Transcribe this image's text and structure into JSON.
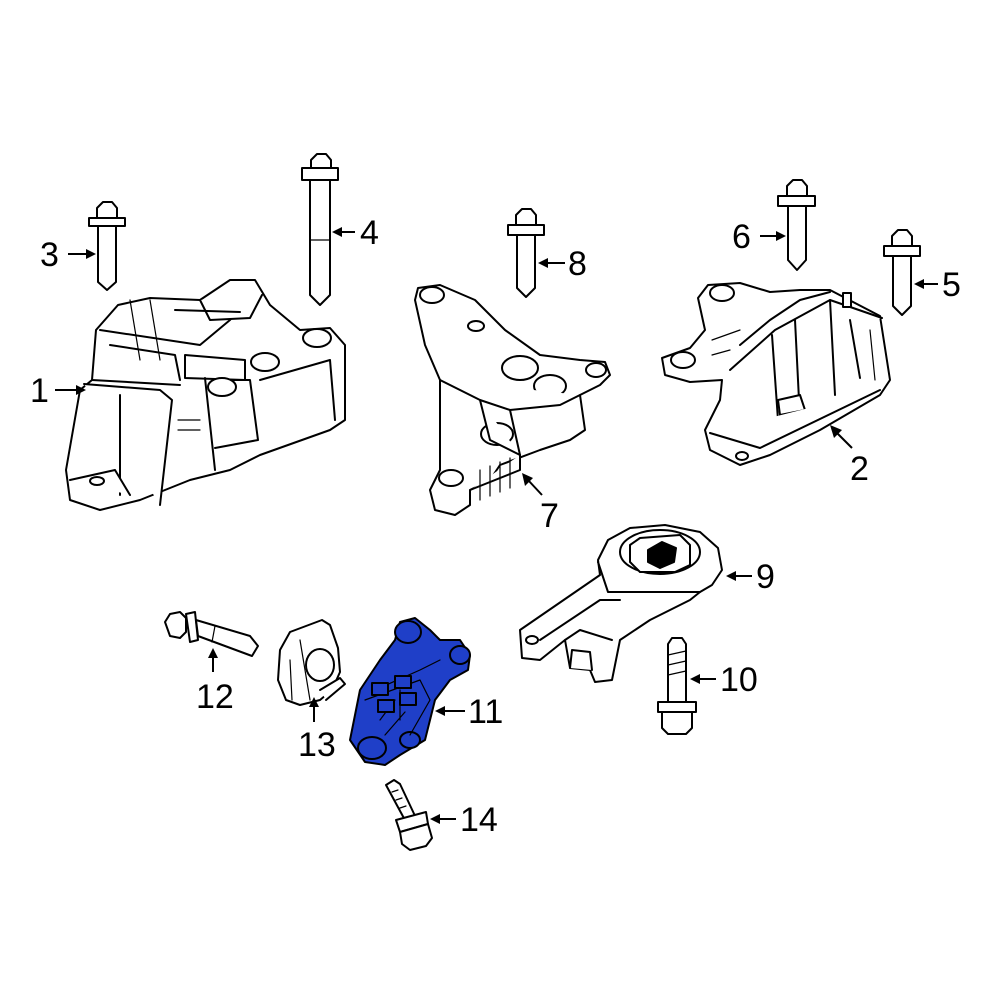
{
  "diagram": {
    "highlight_color": "#1f3fc8",
    "parts": [
      {
        "id": "1",
        "label": "1",
        "icon": "engine-mount-icon"
      },
      {
        "id": "2",
        "label": "2",
        "icon": "transmission-mount-icon"
      },
      {
        "id": "3",
        "label": "3",
        "icon": "bolt-icon"
      },
      {
        "id": "4",
        "label": "4",
        "icon": "long-bolt-icon"
      },
      {
        "id": "5",
        "label": "5",
        "icon": "bolt-icon"
      },
      {
        "id": "6",
        "label": "6",
        "icon": "bolt-icon"
      },
      {
        "id": "7",
        "label": "7",
        "icon": "mount-bracket-icon"
      },
      {
        "id": "8",
        "label": "8",
        "icon": "bolt-icon"
      },
      {
        "id": "9",
        "label": "9",
        "icon": "torque-strut-icon"
      },
      {
        "id": "10",
        "label": "10",
        "icon": "flange-bolt-icon"
      },
      {
        "id": "11",
        "label": "11",
        "icon": "highlighted-mount-bracket-icon"
      },
      {
        "id": "12",
        "label": "12",
        "icon": "bolt-icon"
      },
      {
        "id": "13",
        "label": "13",
        "icon": "heat-shield-icon"
      },
      {
        "id": "14",
        "label": "14",
        "icon": "flange-bolt-icon"
      }
    ]
  }
}
